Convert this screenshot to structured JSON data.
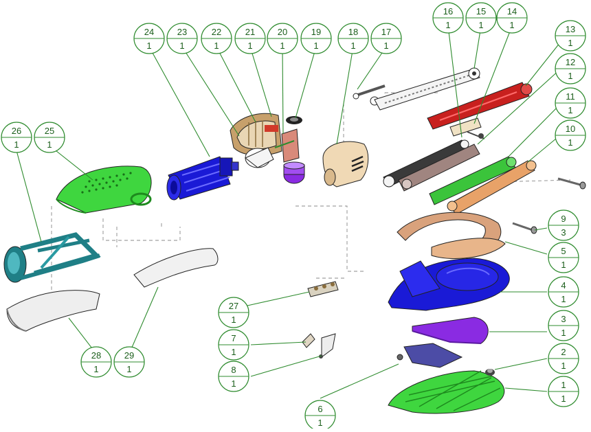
{
  "colors": {
    "balloon": "#2e8b2e",
    "balloon_text": "#1a5e1a",
    "blue": "#1a1ad6",
    "green": "#3fd63f",
    "red": "#c8201e",
    "purple": "#8a2be2",
    "tan": "#e8b58a",
    "teal": "#1f7f86"
  },
  "balloons": [
    {
      "number": "1",
      "qty": "1"
    },
    {
      "number": "2",
      "qty": "1"
    },
    {
      "number": "3",
      "qty": "1"
    },
    {
      "number": "4",
      "qty": "1"
    },
    {
      "number": "5",
      "qty": "1"
    },
    {
      "number": "6",
      "qty": "1"
    },
    {
      "number": "7",
      "qty": "1"
    },
    {
      "number": "8",
      "qty": "1"
    },
    {
      "number": "9",
      "qty": "3"
    },
    {
      "number": "10",
      "qty": "1"
    },
    {
      "number": "11",
      "qty": "1"
    },
    {
      "number": "12",
      "qty": "1"
    },
    {
      "number": "13",
      "qty": "1"
    },
    {
      "number": "14",
      "qty": "1"
    },
    {
      "number": "15",
      "qty": "1"
    },
    {
      "number": "16",
      "qty": "1"
    },
    {
      "number": "17",
      "qty": "1"
    },
    {
      "number": "18",
      "qty": "1"
    },
    {
      "number": "19",
      "qty": "1"
    },
    {
      "number": "20",
      "qty": "1"
    },
    {
      "number": "21",
      "qty": "1"
    },
    {
      "number": "22",
      "qty": "1"
    },
    {
      "number": "23",
      "qty": "1"
    },
    {
      "number": "24",
      "qty": "1"
    },
    {
      "number": "25",
      "qty": "1"
    },
    {
      "number": "26",
      "qty": "1"
    },
    {
      "number": "27",
      "qty": "1"
    },
    {
      "number": "28",
      "qty": "1"
    },
    {
      "number": "29",
      "qty": "1"
    }
  ]
}
